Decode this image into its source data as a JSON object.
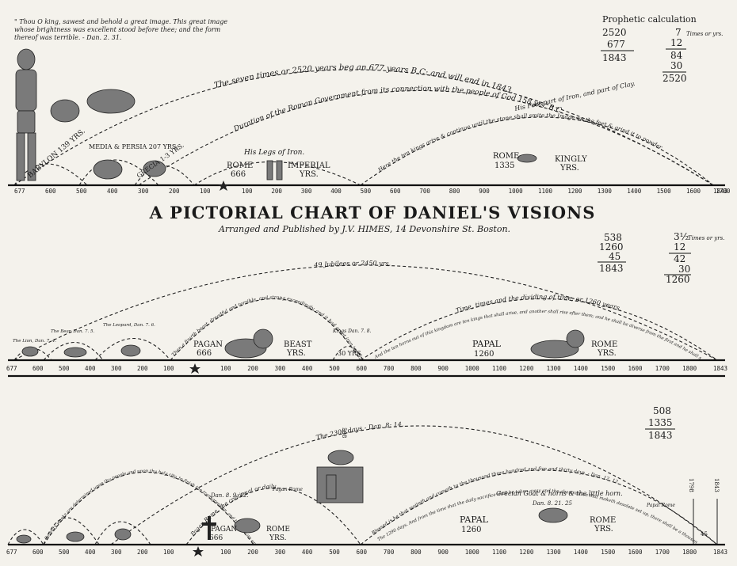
{
  "title": "A PICTORIAL CHART OF DANIEL'S VISIONS",
  "subtitle": "Arranged and Published by J.V. HIMES, 14 Devonshire St. Boston.",
  "panel1": {
    "quote": [
      "\" Thou O king, sawest and behold a great image. This great image",
      "whose brightness was excellent stood before thee; and the form",
      "thereof was terrible. - Dan. 2. 31."
    ],
    "calc_title": "Prophetic calculation",
    "calc_left": [
      "2520",
      "677",
      "1843"
    ],
    "calc_right": [
      "7",
      "12",
      "84",
      "30",
      "2520"
    ],
    "calc_right_note": "Times or yrs.",
    "arc_outer": "The seven times or 2520 years beg an 677 years B.C: and will end in 1843.",
    "arc_rome": "Duration of the Roman Government from its connection with the people of God 158 yrs. B.C.",
    "arc_stone": "Here the ten kings arise & continue until the stone shall smite the Image on the feet & grind it to powder.",
    "legs": "His Legs of Iron.",
    "feet": "His Feet part of Iron, and part of Clay.",
    "kingdoms": [
      "BABYLON 139 YRS.",
      "MEDIA & PERSIA 207 YRS.",
      "GRECIA 1-3 YRS."
    ],
    "rome_label": "ROME",
    "rome_num": "666",
    "imperial": "IMPERIAL",
    "imperial_yrs": "YRS.",
    "rome_kingly": "ROME",
    "kingly_num": "1335",
    "kingly": "KINGLY",
    "kingly_yrs": "YRS."
  },
  "panel2": {
    "calc_left": [
      "538",
      "1260",
      "45",
      "1843"
    ],
    "calc_right": [
      "3½",
      "12",
      "42",
      "30",
      "1260"
    ],
    "calc_right_note": "Times or yrs.",
    "arc_outer": "49 Jubilees or 2450 yrs.",
    "arc_beast": "Time, times and the dividing of time, or 1260 years.",
    "arc_fourth": "Then a fourth beast, dreadful and terrible, and strong exceedingly, and it had great iron teeth, it devoured and brake in pieces and stamped the residue with the feet of it. - Dan. 7. 7.",
    "arc_kings": "And the ten horns out of this kingdom are ten kings that shall arise, and another shall rise after them; and he shall be diverse from the first and he shall subdue three kings. And he shall speak great words against the most High, and think to change times and laws: and they shall be given into his hand until a time and times and the dividing of time. - Dan. 7. 24. 25.",
    "small_beasts": [
      "The Lion, Dan. 7. 4.",
      "The Bear, Dan. 7. 5.",
      "The Leopard, Dan. 7. 6."
    ],
    "kings_note": "Kings Dan. 7. 8.",
    "pagan": "PAGAN",
    "pagan_num": "666",
    "beast": "BEAST",
    "beast_yrs": "YRS.",
    "thirty": "30 YRS.",
    "papal": "PAPAL",
    "papal_num": "1260",
    "rome": "ROME",
    "rome_yrs": "YRS."
  },
  "panel3": {
    "calc": [
      "508",
      "1335",
      "1843"
    ],
    "arc_outer": "The 2300 days - Dan. 8: 14.",
    "arc_papal": "Blessed is he that waiteth and cometh to the thousand three hundred and five and thirty days. - Dan. 12. 12.",
    "arc_weeks": "Seventy weeks are determined upon thy people and upon thy holy city, to finish the transgression, and to make an end of sins, and to make reconciliation for iniquity, and to bring in everlasting righteousness.",
    "arc_pagan": "Pagan Rome, the continual or daily",
    "arc_days": "The 1290 days. And from the time that the daily sacrifice shall be taken away and the abomination that maketh desolate set up, there shall be a thousand two hundred and ninety days. - Dan. 12. 11.",
    "dan_ref": "Dan. 8. 9. 12.",
    "pagan_rome": "Pagan Rome",
    "papal_rome": "Papal Rome",
    "goat": "Grecian Goat & horns & the little horn.",
    "goat_ref": "Dan. 8. 21. 25",
    "pagan": "PAGAN",
    "pagan_num": "666",
    "rome": "ROME",
    "rome_yrs": "YRS.",
    "papal": "PAPAL",
    "papal_num": "1260",
    "rome2": "ROME",
    "rome2_yrs": "YRS.",
    "year_508": "508",
    "year_1798": "1798",
    "year_1843": "1843",
    "num_45": "45"
  },
  "ticks_bc": [
    "677",
    "600",
    "500",
    "400",
    "300",
    "200",
    "100"
  ],
  "ticks_ad": [
    "100",
    "200",
    "300",
    "400",
    "500",
    "600",
    "700",
    "800",
    "900",
    "1000",
    "1100",
    "1200",
    "1300",
    "1400",
    "1500",
    "1600",
    "1700",
    "1800",
    "1843"
  ],
  "ticks_ad_p2": [
    "100",
    "200",
    "300",
    "400",
    "500",
    "600",
    "700",
    "800",
    "900",
    "1000",
    "1100",
    "1200",
    "1300",
    "1400",
    "1500",
    "1600",
    "1700",
    "1800",
    "1843"
  ],
  "ticks_bc_p3": [
    "677",
    "600",
    "500",
    "400",
    "300",
    "200",
    "100"
  ],
  "colors": {
    "ink": "#1a1a1a",
    "paper": "#f4f2ec",
    "shade": "#7a7a7a"
  },
  "icons": [
    "standing-statue-icon",
    "star-icon",
    "beast-icon",
    "goat-icon",
    "cross-icon",
    "altar-icon"
  ]
}
